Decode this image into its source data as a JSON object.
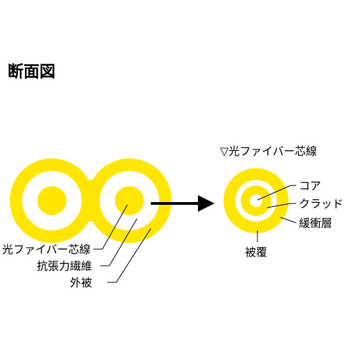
{
  "title": "断面図",
  "colors": {
    "jacket": "#ffe600",
    "fill": "#ffffff",
    "line": "#000000"
  },
  "left_labels": {
    "fiber_core": "光ファイバー芯線",
    "tensile_fiber": "抗張力繊維",
    "outer_jacket": "外被"
  },
  "right_title": "▽光ファイバー芯線",
  "right_labels": {
    "core": "コア",
    "cladding": "クラッド",
    "buffer": "緩衝層",
    "coating": "被覆"
  }
}
